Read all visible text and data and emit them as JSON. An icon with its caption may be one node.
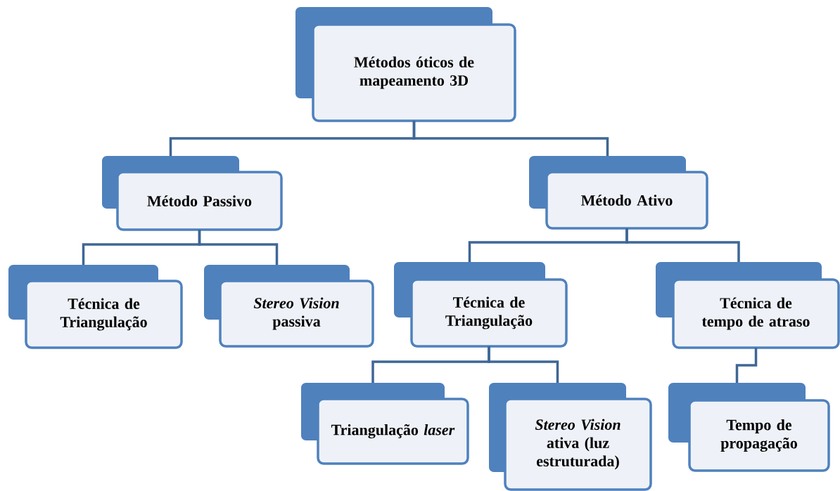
{
  "diagram": {
    "nodes": [
      {
        "text": [
          "Métodos óticos de mapeamento 3D"
        ]
      },
      {
        "text": [
          "Método Passivo"
        ]
      },
      {
        "text": [
          "Método Ativo"
        ]
      },
      {
        "text": [
          "Técnica de Triangulação"
        ]
      },
      {
        "text": [
          "*Stereo Vision* passiva"
        ]
      },
      {
        "text": [
          "Técnica de Triangulação"
        ]
      },
      {
        "text": [
          "Técnica de tempo de atraso"
        ]
      },
      {
        "text": [
          "Triangulação *laser*"
        ]
      },
      {
        "text": [
          "*Stereo Vision* ativa (luz estruturada)"
        ]
      },
      {
        "text": [
          "Tempo de propagação"
        ]
      }
    ],
    "edges": [
      {
        "from": 0,
        "to": 1,
        "arrow": "none"
      },
      {
        "from": 0,
        "to": 2,
        "arrow": "none"
      },
      {
        "from": 1,
        "to": 3,
        "arrow": "none"
      },
      {
        "from": 1,
        "to": 4,
        "arrow": "none"
      },
      {
        "from": 2,
        "to": 5,
        "arrow": "none"
      },
      {
        "from": 2,
        "to": 6,
        "arrow": "none"
      },
      {
        "from": 5,
        "to": 7,
        "arrow": "none"
      },
      {
        "from": 5,
        "to": 8,
        "arrow": "none"
      },
      {
        "from": 6,
        "to": 9,
        "arrow": "none"
      }
    ]
  }
}
